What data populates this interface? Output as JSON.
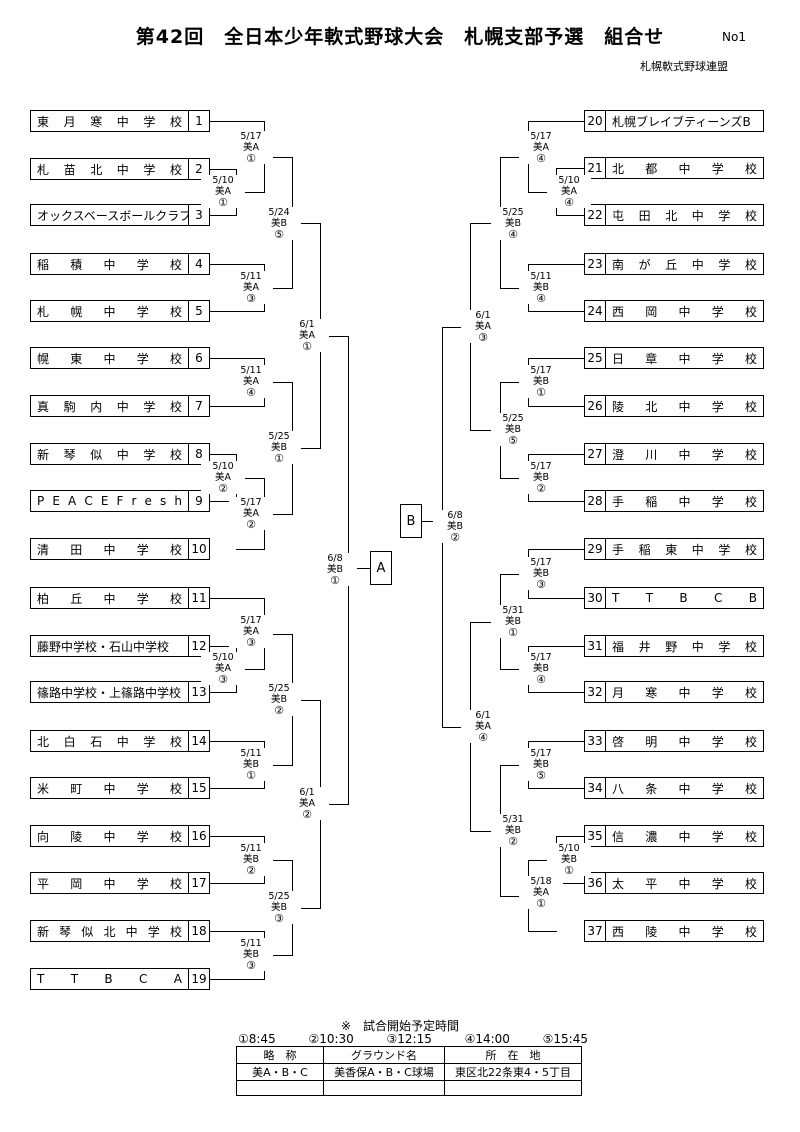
{
  "header": {
    "title": "第42回　全日本少年軟式野球大会　札幌支部予選　組合せ",
    "doc_no": "No1",
    "organizer": "札幌軟式野球連盟"
  },
  "left_teams": [
    {
      "name": "東月寒中学校",
      "no": "1"
    },
    {
      "name": "札苗北中学校",
      "no": "2"
    },
    {
      "name": "オックスベースボールクラブB",
      "no": "3"
    },
    {
      "name": "稲積中学校",
      "no": "4"
    },
    {
      "name": "札幌中学校",
      "no": "5"
    },
    {
      "name": "幌東中学校",
      "no": "6"
    },
    {
      "name": "真駒内中学校",
      "no": "7"
    },
    {
      "name": "新琴似中学校",
      "no": "8"
    },
    {
      "name": "PEACE Fresh",
      "no": "9"
    },
    {
      "name": "清田中学校",
      "no": "10"
    },
    {
      "name": "柏丘中学校",
      "no": "11"
    },
    {
      "name": "藤野中学校・石山中学校",
      "no": "12"
    },
    {
      "name": "篠路中学校・上篠路中学校",
      "no": "13"
    },
    {
      "name": "北白石中学校",
      "no": "14"
    },
    {
      "name": "米町中学校",
      "no": "15"
    },
    {
      "name": "向陵中学校",
      "no": "16"
    },
    {
      "name": "平岡中学校",
      "no": "17"
    },
    {
      "name": "新琴似北中学校",
      "no": "18"
    },
    {
      "name": "T T B C A",
      "no": "19"
    }
  ],
  "right_teams": [
    {
      "name": "札幌ブレイブティーンズB",
      "no": "20"
    },
    {
      "name": "北都中学校",
      "no": "21"
    },
    {
      "name": "屯田北中学校",
      "no": "22"
    },
    {
      "name": "南が丘中学校",
      "no": "23"
    },
    {
      "name": "西岡中学校",
      "no": "24"
    },
    {
      "name": "日章中学校",
      "no": "25"
    },
    {
      "name": "陵北中学校",
      "no": "26"
    },
    {
      "name": "澄川中学校",
      "no": "27"
    },
    {
      "name": "手稲中学校",
      "no": "28"
    },
    {
      "name": "手稲東中学校",
      "no": "29"
    },
    {
      "name": "T T B C B",
      "no": "30"
    },
    {
      "name": "福井野中学校",
      "no": "31"
    },
    {
      "name": "月寒中学校",
      "no": "32"
    },
    {
      "name": "啓明中学校",
      "no": "33"
    },
    {
      "name": "八条中学校",
      "no": "34"
    },
    {
      "name": "信濃中学校",
      "no": "35"
    },
    {
      "name": "太平中学校",
      "no": "36"
    },
    {
      "name": "西陵中学校",
      "no": "37"
    }
  ],
  "matches": [
    {
      "id": "L2v3",
      "date": "5/10",
      "field": "美A",
      "time": "①"
    },
    {
      "id": "L1",
      "date": "5/17",
      "field": "美A",
      "time": "①"
    },
    {
      "id": "L4v5",
      "date": "5/11",
      "field": "美A",
      "time": "③"
    },
    {
      "id": "L_Q1",
      "date": "5/24",
      "field": "美B",
      "time": "⑤"
    },
    {
      "id": "L6v7",
      "date": "5/11",
      "field": "美A",
      "time": "④"
    },
    {
      "id": "L8v9",
      "date": "5/10",
      "field": "美A",
      "time": "②"
    },
    {
      "id": "L89v10",
      "date": "5/17",
      "field": "美A",
      "time": "②"
    },
    {
      "id": "L_Q2",
      "date": "5/25",
      "field": "美B",
      "time": "①"
    },
    {
      "id": "L_S1",
      "date": "6/1",
      "field": "美A",
      "time": "①"
    },
    {
      "id": "L12v13",
      "date": "5/10",
      "field": "美A",
      "time": "③"
    },
    {
      "id": "L11",
      "date": "5/17",
      "field": "美A",
      "time": "③"
    },
    {
      "id": "L14v15",
      "date": "5/11",
      "field": "美B",
      "time": "①"
    },
    {
      "id": "L_Q3",
      "date": "5/25",
      "field": "美B",
      "time": "②"
    },
    {
      "id": "L16v17",
      "date": "5/11",
      "field": "美B",
      "time": "②"
    },
    {
      "id": "L18v19",
      "date": "5/11",
      "field": "美B",
      "time": "③"
    },
    {
      "id": "L_Q4",
      "date": "5/25",
      "field": "美B",
      "time": "③"
    },
    {
      "id": "L_S2",
      "date": "6/1",
      "field": "美A",
      "time": "②"
    },
    {
      "id": "L_F",
      "date": "6/8",
      "field": "美B",
      "time": "①"
    },
    {
      "id": "R21v22",
      "date": "5/10",
      "field": "美A",
      "time": "④"
    },
    {
      "id": "R20",
      "date": "5/17",
      "field": "美A",
      "time": "④"
    },
    {
      "id": "R23v24",
      "date": "5/11",
      "field": "美B",
      "time": "④"
    },
    {
      "id": "R_Q1",
      "date": "5/25",
      "field": "美B",
      "time": "④"
    },
    {
      "id": "R25v26",
      "date": "5/17",
      "field": "美B",
      "time": "①"
    },
    {
      "id": "R27v28",
      "date": "5/17",
      "field": "美B",
      "time": "②"
    },
    {
      "id": "R_Q2",
      "date": "5/25",
      "field": "美B",
      "time": "⑤"
    },
    {
      "id": "R_S1",
      "date": "6/1",
      "field": "美A",
      "time": "③"
    },
    {
      "id": "R29v30",
      "date": "5/17",
      "field": "美B",
      "time": "③"
    },
    {
      "id": "R31v32",
      "date": "5/17",
      "field": "美B",
      "time": "④"
    },
    {
      "id": "R_Q3",
      "date": "5/31",
      "field": "美B",
      "time": "①"
    },
    {
      "id": "R33v34",
      "date": "5/17",
      "field": "美B",
      "time": "⑤"
    },
    {
      "id": "R35v36",
      "date": "5/10",
      "field": "美B",
      "time": "①"
    },
    {
      "id": "R37",
      "date": "5/18",
      "field": "美A",
      "time": "①"
    },
    {
      "id": "R_Q4",
      "date": "5/31",
      "field": "美B",
      "time": "②"
    },
    {
      "id": "R_S2",
      "date": "6/1",
      "field": "美A",
      "time": "④"
    },
    {
      "id": "R_F",
      "date": "6/8",
      "field": "美B",
      "time": "②"
    }
  ],
  "finals": {
    "a": "A",
    "b": "B"
  },
  "notes": {
    "title": "※　試合開始予定時間",
    "times": [
      "①8:45",
      "②10:30",
      "③12:15",
      "④14:00",
      "⑤15:45"
    ]
  },
  "venue": {
    "headers": [
      "略　称",
      "グラウンド名",
      "所　在　地"
    ],
    "rows": [
      [
        "美A・B・C",
        "美香保A・B・C球場",
        "東区北22条東4・5丁目"
      ],
      [
        "",
        "",
        ""
      ]
    ]
  }
}
